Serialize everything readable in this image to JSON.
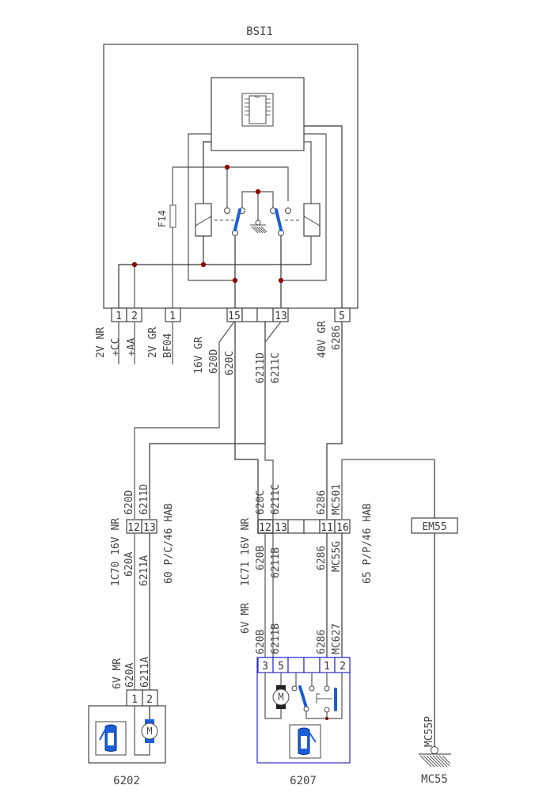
{
  "components": {
    "bsi": {
      "name": "BSI1",
      "fuse": "F14"
    },
    "door_6202": {
      "name": "6202"
    },
    "door_6207": {
      "name": "6207"
    },
    "ground": {
      "name": "MC55",
      "point": "MC55P"
    },
    "splice": {
      "name": "EM55"
    }
  },
  "bsi_connectors": [
    {
      "label": "2V NR",
      "pins": [
        "1",
        "2"
      ],
      "wires": [
        "+CC",
        "+AA"
      ]
    },
    {
      "label": "2V GR",
      "pins": [
        "1"
      ],
      "wires": [
        "BF04"
      ]
    },
    {
      "label": "16V GR",
      "pins": [
        "15",
        "",
        "",
        "13"
      ],
      "wires": [
        "620D",
        "620C",
        "6211D",
        "6211C"
      ]
    },
    {
      "label": "40V GR",
      "pins": [
        "5"
      ],
      "wires": [
        "6286"
      ]
    }
  ],
  "inline_connectors": {
    "c1c70": {
      "name": "1C70 16V NR",
      "pins": [
        "12",
        "13"
      ],
      "wires_top": [
        "620D",
        "6211D"
      ],
      "wires_bottom": [
        "620A",
        "6211A"
      ],
      "location": "60 P/C/46 HAB"
    },
    "c1c71": {
      "name": "1C71 16V NR",
      "pins": [
        "12",
        "13",
        "",
        "",
        "11",
        "16"
      ],
      "wires_top": [
        "620C",
        "6211C",
        "6286",
        "MC501"
      ],
      "wires_bottom": [
        "620B",
        "6211B",
        "6286",
        "MC55G"
      ],
      "location": "65 P/P/46 HAB"
    }
  },
  "door_connectors": {
    "d6202": {
      "label": "6V MR",
      "pins": [
        "1",
        "2"
      ],
      "wires": [
        "620A",
        "6211A"
      ],
      "motor": "M"
    },
    "d6207": {
      "label": "6V MR",
      "pins": [
        "3",
        "5",
        "",
        "",
        "1",
        "2"
      ],
      "wires": [
        "620B",
        "6211B",
        "6286",
        "MC627"
      ],
      "motor": "M"
    }
  },
  "colors": {
    "wire": "#555555",
    "junction": "#a00000",
    "switch": "#1a5fd6",
    "component_6207": "#2a2ad0"
  }
}
